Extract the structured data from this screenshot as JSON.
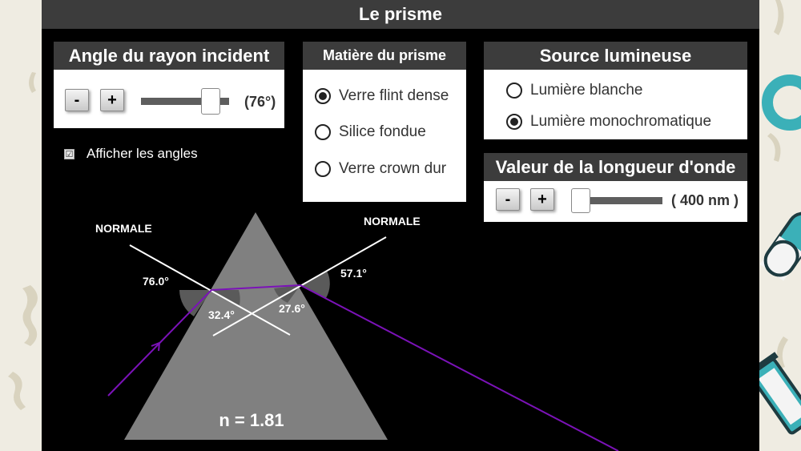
{
  "app": {
    "title": "Le prisme"
  },
  "incident_angle": {
    "title": "Angle du rayon incident",
    "minus_label": "-",
    "plus_label": "+",
    "value_text": "(76°)",
    "slider_fraction": 0.9
  },
  "material": {
    "title": "Matière du prisme",
    "options": [
      "Verre flint dense",
      "Silice fondue",
      "Verre crown dur"
    ],
    "selected_index": 0
  },
  "source": {
    "title": "Source lumineuse",
    "options": [
      "Lumière blanche",
      "Lumière monochromatique"
    ],
    "selected_index": 1
  },
  "wavelength": {
    "title": "Valeur de la longueur d'onde",
    "minus_label": "-",
    "plus_label": "+",
    "value_text": "( 400 nm )",
    "slider_fraction": 0.0
  },
  "show_angles": {
    "label": "Afficher les angles",
    "checked": true,
    "check_glyph": "☑"
  },
  "scene": {
    "normal_left_label": "NORMALE",
    "normal_right_label": "NORMALE",
    "angle_incident_label": "76.0°",
    "angle_refracted_label": "32.4°",
    "angle_internal_label": "27.6°",
    "angle_exit_label": "57.1°",
    "refractive_index_label": "n = 1.81",
    "ray_color": "#7b12b8",
    "prism_color": "#808080"
  },
  "colors": {
    "header_bg": "#3c3c3c",
    "app_bg": "#000000",
    "page_bg": "#efece2",
    "deco_teal": "#3bb0b8"
  }
}
